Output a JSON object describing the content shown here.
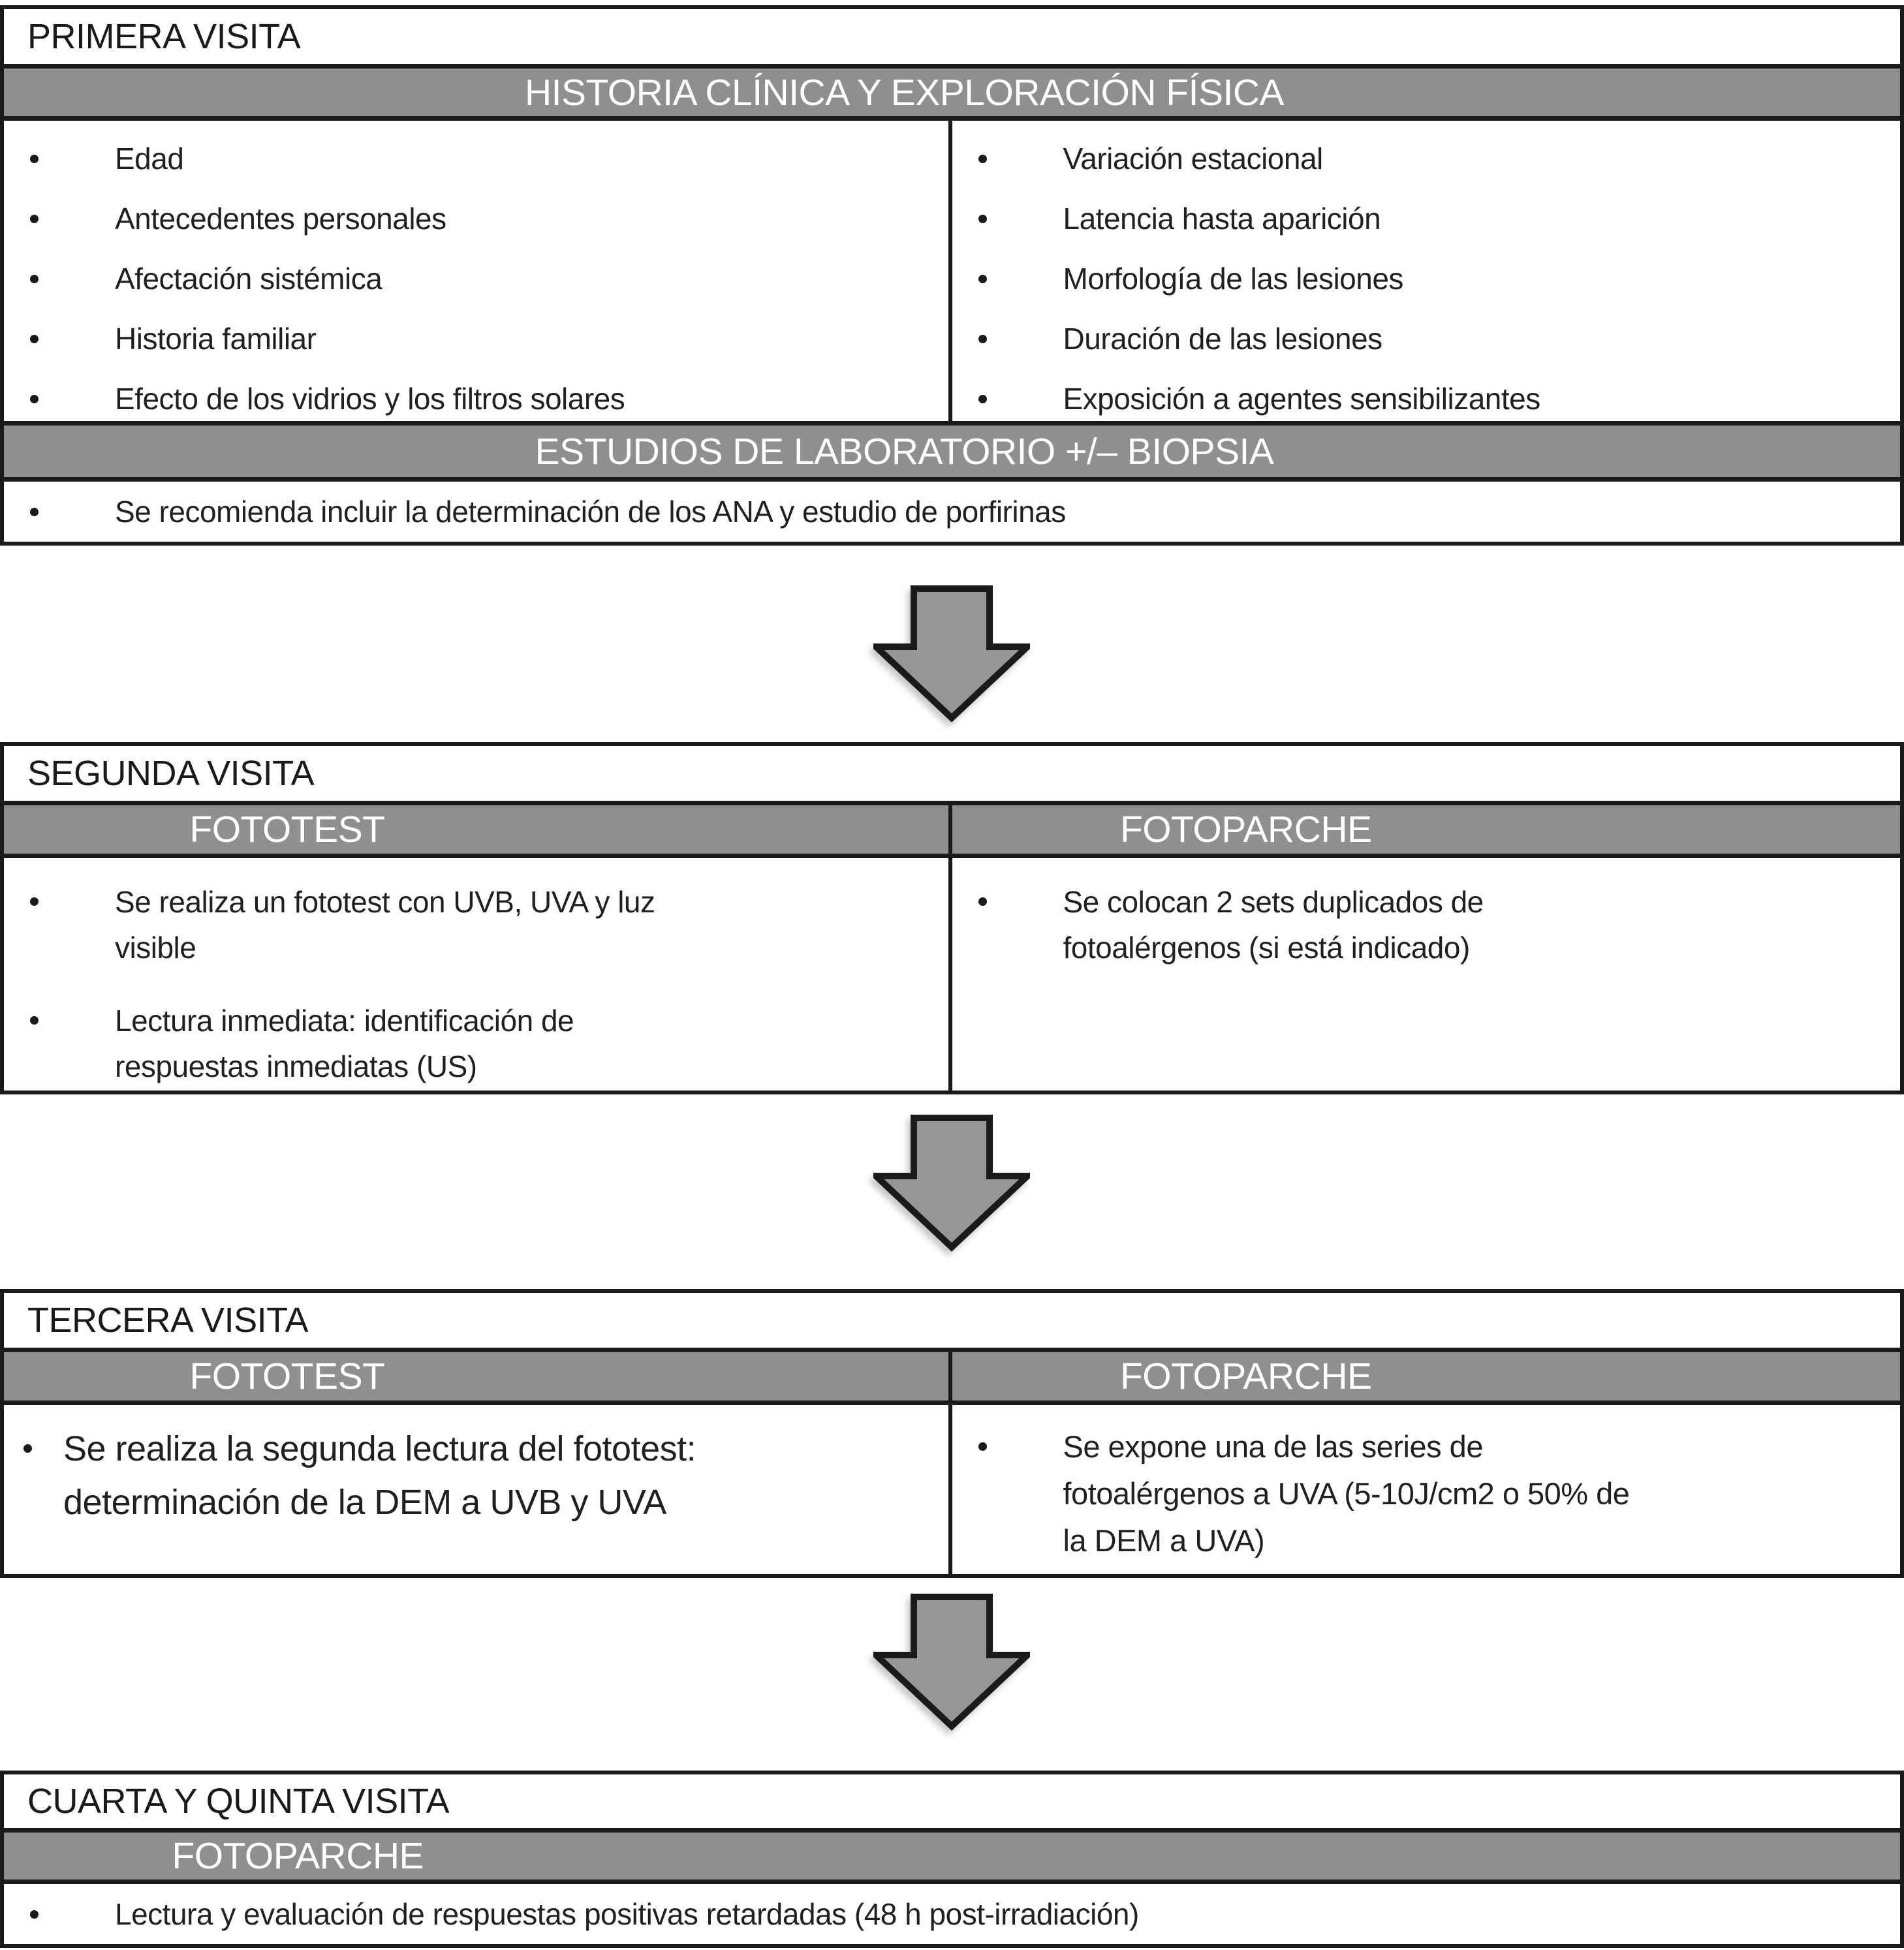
{
  "palette": {
    "band_gray": "#8e8f91",
    "arrow_gray": "#949698",
    "line_black": "#1a1a1a",
    "text_black": "#231f20",
    "band_text_white": "#ffffff"
  },
  "visit1": {
    "title": "PRIMERA VISITA",
    "header": "HISTORIA CLÍNICA Y EXPLORACIÓN FÍSICA",
    "left_items": [
      "Edad",
      "Antecedentes personales",
      "Afectación sistémica",
      "Historia familiar",
      "Efecto de los vidrios y los filtros solares"
    ],
    "right_items": [
      "Variación estacional",
      "Latencia hasta aparición",
      "Morfología de las lesiones",
      "Duración de las lesiones",
      "Exposición a agentes sensibilizantes"
    ],
    "lab_header": "ESTUDIOS DE LABORATORIO +/– BIOPSIA",
    "lab_item": "Se recomienda incluir la determinación de los ANA y estudio de porfirinas"
  },
  "visit2": {
    "title": "SEGUNDA VISITA",
    "left_header": "FOTOTEST",
    "right_header": "FOTOPARCHE",
    "left_items": [
      "Se realiza un fototest con UVB, UVA y luz\nvisible",
      "Lectura inmediata: identificación de\nrespuestas inmediatas (US)"
    ],
    "right_items": [
      "Se colocan 2 sets duplicados de\nfotoalérgenos (si está indicado)"
    ]
  },
  "visit3": {
    "title": "TERCERA VISITA",
    "left_header": "FOTOTEST",
    "right_header": "FOTOPARCHE",
    "left_items": [
      "Se realiza la segunda lectura del fototest:\ndeterminación de la DEM a UVB y UVA"
    ],
    "right_items": [
      "Se expone una de las series de\nfotoalérgenos a UVA (5-10J/cm2 o 50% de\nla DEM a UVA)"
    ]
  },
  "visit45": {
    "title": "CUARTA Y QUINTA VISITA",
    "header": "FOTOPARCHE",
    "item": "Lectura y evaluación de respuestas positivas retardadas (48 h post-irradiación)"
  }
}
